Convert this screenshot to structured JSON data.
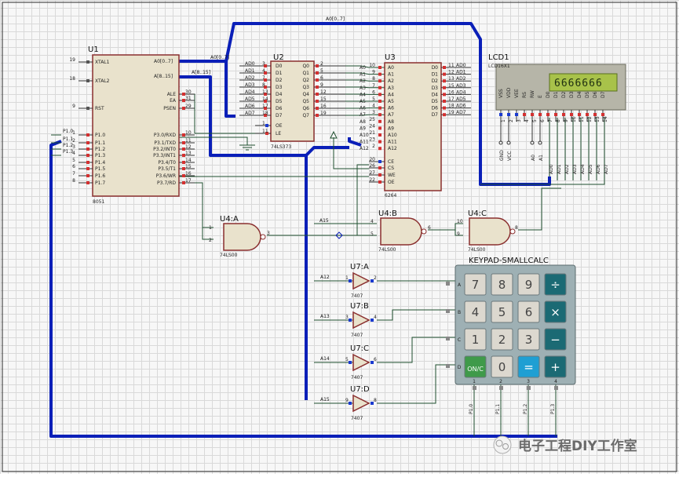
{
  "buses": {
    "data": "A0[0..7]",
    "data_u1": "A0[0..7]",
    "addr": "A[8..15]",
    "addr_u1": "A[8..15]"
  },
  "u1": {
    "ref": "U1",
    "part": "8051",
    "left_pins": [
      {
        "num": "19",
        "name": "XTAL1"
      },
      {
        "num": "18",
        "name": "XTAL2"
      },
      {
        "num": "9",
        "name": "RST"
      },
      {
        "num": "1",
        "name": "P1.0"
      },
      {
        "num": "2",
        "name": "P1.1"
      },
      {
        "num": "3",
        "name": "P1.2"
      },
      {
        "num": "4",
        "name": "P1.3"
      },
      {
        "num": "5",
        "name": "P1.4"
      },
      {
        "num": "6",
        "name": "P1.5"
      },
      {
        "num": "7",
        "name": "P1.6"
      },
      {
        "num": "8",
        "name": "P1.7"
      }
    ],
    "right_pins": [
      {
        "num": "30",
        "name": "ALE"
      },
      {
        "num": "31",
        "name": "EA"
      },
      {
        "num": "29",
        "name": "PSEN"
      },
      {
        "num": "10",
        "name": "P3.0/RXD"
      },
      {
        "num": "11",
        "name": "P3.1/TXD"
      },
      {
        "num": "12",
        "name": "P3.2/INT0"
      },
      {
        "num": "13",
        "name": "P3.3/INT1"
      },
      {
        "num": "14",
        "name": "P3.4/T0"
      },
      {
        "num": "15",
        "name": "P3.5/T1"
      },
      {
        "num": "16",
        "name": "P3.6/WR"
      },
      {
        "num": "17",
        "name": "P3.7/RD"
      }
    ],
    "bus_pins": {
      "a0": "A0[0..7]",
      "a8": "A[8..15]"
    },
    "ext_labels": [
      "P1.0",
      "P1.1",
      "P1.2",
      "P1.3"
    ]
  },
  "u2": {
    "ref": "U2",
    "part": "74LS373",
    "d_pins": [
      {
        "num": "3",
        "name": "D0"
      },
      {
        "num": "4",
        "name": "D1"
      },
      {
        "num": "7",
        "name": "D2"
      },
      {
        "num": "8",
        "name": "D3"
      },
      {
        "num": "13",
        "name": "D4"
      },
      {
        "num": "14",
        "name": "D5"
      },
      {
        "num": "17",
        "name": "D6"
      },
      {
        "num": "18",
        "name": "D7"
      }
    ],
    "q_pins": [
      {
        "num": "2",
        "name": "Q0"
      },
      {
        "num": "5",
        "name": "Q1"
      },
      {
        "num": "6",
        "name": "Q2"
      },
      {
        "num": "9",
        "name": "Q3"
      },
      {
        "num": "12",
        "name": "Q4"
      },
      {
        "num": "15",
        "name": "Q5"
      },
      {
        "num": "16",
        "name": "Q6"
      },
      {
        "num": "19",
        "name": "Q7"
      }
    ],
    "in_labels": [
      "AD0",
      "AD1",
      "AD2",
      "AD3",
      "AD4",
      "AD5",
      "AD6",
      "AD7"
    ],
    "ctrl_pins": [
      {
        "num": "1",
        "name": "OE"
      },
      {
        "num": "11",
        "name": "LE"
      }
    ]
  },
  "u3": {
    "ref": "U3",
    "part": "6264",
    "a_pins": [
      {
        "num": "10",
        "name": "A0"
      },
      {
        "num": "9",
        "name": "A1"
      },
      {
        "num": "8",
        "name": "A2"
      },
      {
        "num": "7",
        "name": "A3"
      },
      {
        "num": "6",
        "name": "A4"
      },
      {
        "num": "5",
        "name": "A5"
      },
      {
        "num": "4",
        "name": "A6"
      },
      {
        "num": "3",
        "name": "A7"
      },
      {
        "num": "25",
        "name": "A8"
      },
      {
        "num": "24",
        "name": "A9"
      },
      {
        "num": "21",
        "name": "A10"
      },
      {
        "num": "23",
        "name": "A11"
      },
      {
        "num": "2",
        "name": "A12"
      }
    ],
    "ctrl_pins": [
      {
        "num": "20",
        "name": "CE"
      },
      {
        "num": "26",
        "name": "CS"
      },
      {
        "num": "27",
        "name": "WE"
      },
      {
        "num": "22",
        "name": "OE"
      }
    ],
    "d_pins": [
      {
        "num": "11",
        "name": "D0",
        "label": "AD0"
      },
      {
        "num": "12",
        "name": "D1",
        "label": "AD1"
      },
      {
        "num": "13",
        "name": "D2",
        "label": "AD2"
      },
      {
        "num": "15",
        "name": "D3",
        "label": "AD3"
      },
      {
        "num": "16",
        "name": "D4",
        "label": "AD4"
      },
      {
        "num": "17",
        "name": "D5",
        "label": "AD5"
      },
      {
        "num": "18",
        "name": "D6",
        "label": "AD6"
      },
      {
        "num": "19",
        "name": "D7",
        "label": "AD7"
      }
    ],
    "in_labels": [
      "A0",
      "A1",
      "A2",
      "A3",
      "A4",
      "A5",
      "A6",
      "A7",
      "A8",
      "A9",
      "A10",
      "A11",
      "A12"
    ]
  },
  "lcd": {
    "ref": "LCD1",
    "part": "LCD16X1",
    "display": "6666666",
    "pins": [
      "VSS",
      "VDD",
      "VEE",
      "RS",
      "RW",
      "E",
      "D0",
      "D1",
      "D2",
      "D3",
      "D4",
      "D5",
      "D6",
      "D7"
    ],
    "pin_nums": [
      "1",
      "2",
      "3",
      "4",
      "5",
      "6",
      "7",
      "8",
      "9",
      "10",
      "11",
      "12",
      "13",
      "14"
    ],
    "power_labels": [
      "GND",
      "VCC",
      "A0",
      "A1"
    ],
    "data_labels": [
      "AD0",
      "AD1",
      "AD2",
      "AD3",
      "AD4",
      "AD5",
      "AD6",
      "AD7"
    ]
  },
  "u4a": {
    "ref": "U4:A",
    "part": "74LS00",
    "pins": [
      "1",
      "2",
      "3"
    ]
  },
  "u4b": {
    "ref": "U4:B",
    "part": "74LS00",
    "pins": [
      "4",
      "5",
      "6"
    ],
    "label": "A15"
  },
  "u4c": {
    "ref": "U4:C",
    "part": "74LS00",
    "pins": [
      "10",
      "9",
      "8"
    ]
  },
  "u7": [
    {
      "ref": "U7:A",
      "part": "7407",
      "in": "1",
      "out": "2",
      "label": "A12"
    },
    {
      "ref": "U7:B",
      "part": "7407",
      "in": "3",
      "out": "4",
      "label": "A13"
    },
    {
      "ref": "U7:C",
      "part": "7407",
      "in": "5",
      "out": "6",
      "label": "A14"
    },
    {
      "ref": "U7:D",
      "part": "7407",
      "in": "9",
      "out": "8",
      "label": "A15"
    }
  ],
  "keypad": {
    "title": "KEYPAD-SMALLCALC",
    "rows": [
      "A",
      "B",
      "C",
      "D"
    ],
    "cols": [
      "1",
      "2",
      "3",
      "4"
    ],
    "col_labels": [
      "P1.0",
      "P1.1",
      "P1.2",
      "P1.3"
    ],
    "keys": [
      [
        "7",
        "8",
        "9",
        "÷"
      ],
      [
        "4",
        "5",
        "6",
        "×"
      ],
      [
        "1",
        "2",
        "3",
        "−"
      ],
      [
        "ON/C",
        "0",
        "=",
        "+"
      ]
    ],
    "colors": {
      "body": "#9eb0b4",
      "key": "#dcd8cf",
      "op_dark": "#1b6a74",
      "op_blue": "#1f9fd3",
      "onc": "#3f9a4a"
    }
  },
  "watermark": "电子工程DIY工作室"
}
